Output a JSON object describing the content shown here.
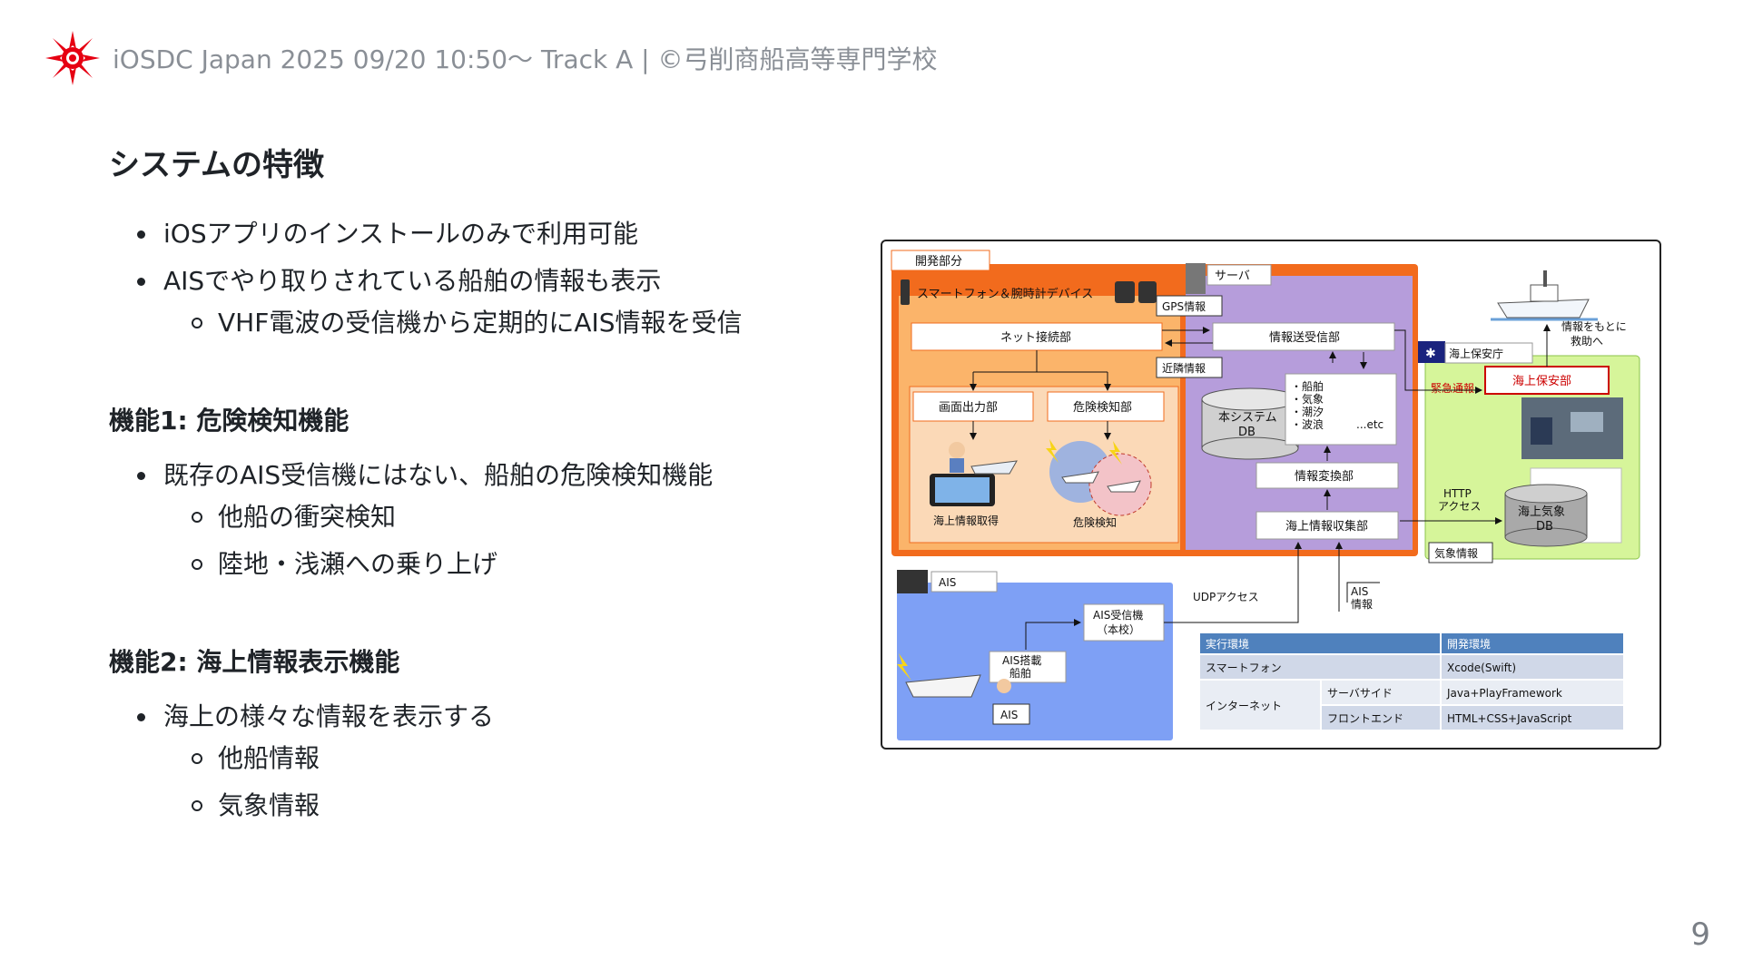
{
  "header": {
    "text": "iOSDC Japan 2025 09/20 10:50〜 Track A | ©弓削商船高等専門学校",
    "logo_icon": "school-emblem-icon",
    "logo_color": "#e60012"
  },
  "slide": {
    "title": "システムの特徴",
    "page_number": "9",
    "section0": {
      "bullets": [
        "iOSアプリのインストールのみで利用可能",
        "AISでやり取りされている船舶の情報も表示"
      ],
      "sub_bullets": [
        "VHF電波の受信機から定期的にAIS情報を受信"
      ]
    },
    "section1": {
      "heading": "機能1: 危険検知機能",
      "bullet": "既存のAIS受信機にはない、船舶の危険検知機能",
      "sub_bullets": [
        "他船の衝突検知",
        "陸地・浅瀬への乗り上げ"
      ]
    },
    "section2": {
      "heading": "機能2: 海上情報表示機能",
      "bullet": "海上の様々な情報を表示する",
      "sub_bullets": [
        "他船情報",
        "気象情報"
      ]
    }
  },
  "diagram": {
    "dev_part": "開発部分",
    "smartphone_device": "スマートフォン＆腕時計デバイス",
    "server": "サーバ",
    "gps_info": "GPS情報",
    "network_unit": "ネット接続部",
    "info_txrx_unit": "情報送受信部",
    "proximity_info": "近隣情報",
    "screen_output_unit": "画面出力部",
    "danger_detect_unit": "危険検知部",
    "marine_info_fetch": "海上情報取得",
    "danger_detection": "危険検知",
    "system_db": [
      "本システム",
      "DB"
    ],
    "info_list": [
      "・船舶",
      "・気象",
      "・潮汐",
      "・波浪"
    ],
    "info_etc": "...etc",
    "info_convert_unit": "情報変換部",
    "marine_info_collect_unit": "海上情報収集部",
    "coast_guard_office": "海上保安庁",
    "coast_guard_dept": "海上保安部",
    "emergency_report": "緊急通報",
    "rescue_note": [
      "情報をもとに",
      "救助へ"
    ],
    "http_access": [
      "HTTP",
      "アクセス"
    ],
    "weather_db": [
      "海上気象",
      "DB"
    ],
    "weather_info": "気象情報",
    "ais": "AIS",
    "udp_access": "UDPアクセス",
    "ais_info": [
      "AIS",
      "情報"
    ],
    "ais_receiver": [
      "AIS受信機",
      "（本校）"
    ],
    "ais_ship": [
      "AIS搭載",
      "船舶"
    ],
    "ais_label2": "AIS",
    "table": {
      "headers": [
        "実行環境",
        "開発環境"
      ],
      "rows": [
        [
          "スマートフォン",
          "",
          "Xcode(Swift)"
        ],
        [
          "インターネット",
          "サーバサイド",
          "Java+PlayFramework"
        ],
        [
          "",
          "フロントエンド",
          "HTML+CSS+JavaScript"
        ]
      ]
    },
    "colors": {
      "dev_orange": "#f26b1d",
      "server_purple": "#b69ddb",
      "coast_green": "#d6f59a",
      "ais_blue": "#7ea0f5",
      "table_header": "#4f81bd",
      "emergency_red": "#cc0000"
    }
  }
}
